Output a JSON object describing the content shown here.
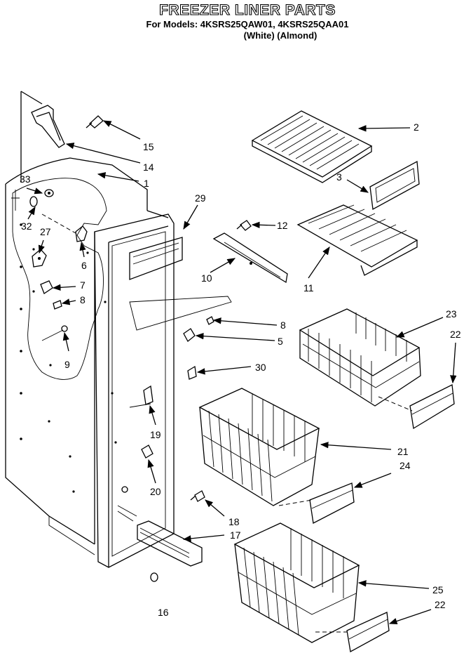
{
  "header": {
    "title": "FREEZER LINER PARTS",
    "models": "For Models: 4KSRS25QAW01, 4KSRS25QAA01",
    "colors": "(White)   (Almond)"
  },
  "callouts": [
    {
      "id": "c15",
      "label": "15"
    },
    {
      "id": "c14",
      "label": "14"
    },
    {
      "id": "c1",
      "label": "1"
    },
    {
      "id": "c33",
      "label": "33"
    },
    {
      "id": "c32",
      "label": "32"
    },
    {
      "id": "c27",
      "label": "27"
    },
    {
      "id": "c6",
      "label": "6"
    },
    {
      "id": "c7",
      "label": "7"
    },
    {
      "id": "c8a",
      "label": "8"
    },
    {
      "id": "c9",
      "label": "9"
    },
    {
      "id": "c29",
      "label": "29"
    },
    {
      "id": "c2",
      "label": "2"
    },
    {
      "id": "c3",
      "label": "3"
    },
    {
      "id": "c12",
      "label": "12"
    },
    {
      "id": "c10",
      "label": "10"
    },
    {
      "id": "c11",
      "label": "11"
    },
    {
      "id": "c8b",
      "label": "8"
    },
    {
      "id": "c5",
      "label": "5"
    },
    {
      "id": "c30",
      "label": "30"
    },
    {
      "id": "c23",
      "label": "23"
    },
    {
      "id": "c22a",
      "label": "22"
    },
    {
      "id": "c19",
      "label": "19"
    },
    {
      "id": "c21",
      "label": "21"
    },
    {
      "id": "c24",
      "label": "24"
    },
    {
      "id": "c20",
      "label": "20"
    },
    {
      "id": "c18",
      "label": "18"
    },
    {
      "id": "c17",
      "label": "17"
    },
    {
      "id": "c16",
      "label": "16"
    },
    {
      "id": "c25",
      "label": "25"
    },
    {
      "id": "c22b",
      "label": "22"
    }
  ]
}
